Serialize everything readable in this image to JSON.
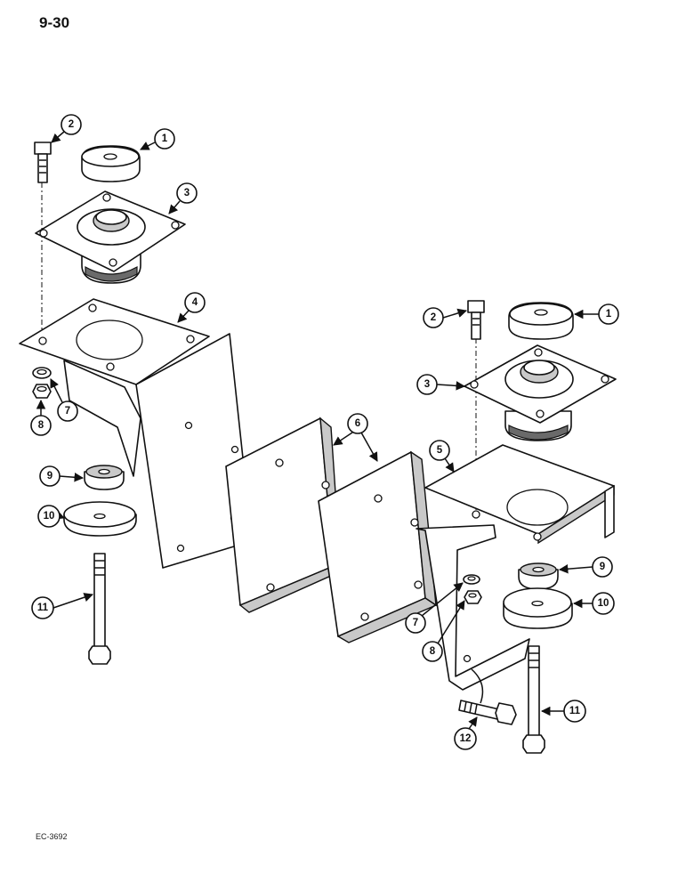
{
  "header": {
    "page_number": "9-30"
  },
  "footer": {
    "figure_code": "EC-3692"
  },
  "callouts": [
    {
      "id": "c-left-2",
      "label": "2"
    },
    {
      "id": "c-left-1",
      "label": "1"
    },
    {
      "id": "c-left-3",
      "label": "3"
    },
    {
      "id": "c-left-4",
      "label": "4"
    },
    {
      "id": "c-left-7",
      "label": "7"
    },
    {
      "id": "c-left-8",
      "label": "8"
    },
    {
      "id": "c-left-9",
      "label": "9"
    },
    {
      "id": "c-left-10",
      "label": "10"
    },
    {
      "id": "c-left-11",
      "label": "11"
    },
    {
      "id": "c-mid-6",
      "label": "6"
    },
    {
      "id": "c-right-2",
      "label": "2"
    },
    {
      "id": "c-right-1",
      "label": "1"
    },
    {
      "id": "c-right-3",
      "label": "3"
    },
    {
      "id": "c-right-5",
      "label": "5"
    },
    {
      "id": "c-right-9",
      "label": "9"
    },
    {
      "id": "c-right-10",
      "label": "10"
    },
    {
      "id": "c-right-7",
      "label": "7"
    },
    {
      "id": "c-right-8",
      "label": "8"
    },
    {
      "id": "c-right-11",
      "label": "11"
    },
    {
      "id": "c-right-12",
      "label": "12"
    }
  ]
}
